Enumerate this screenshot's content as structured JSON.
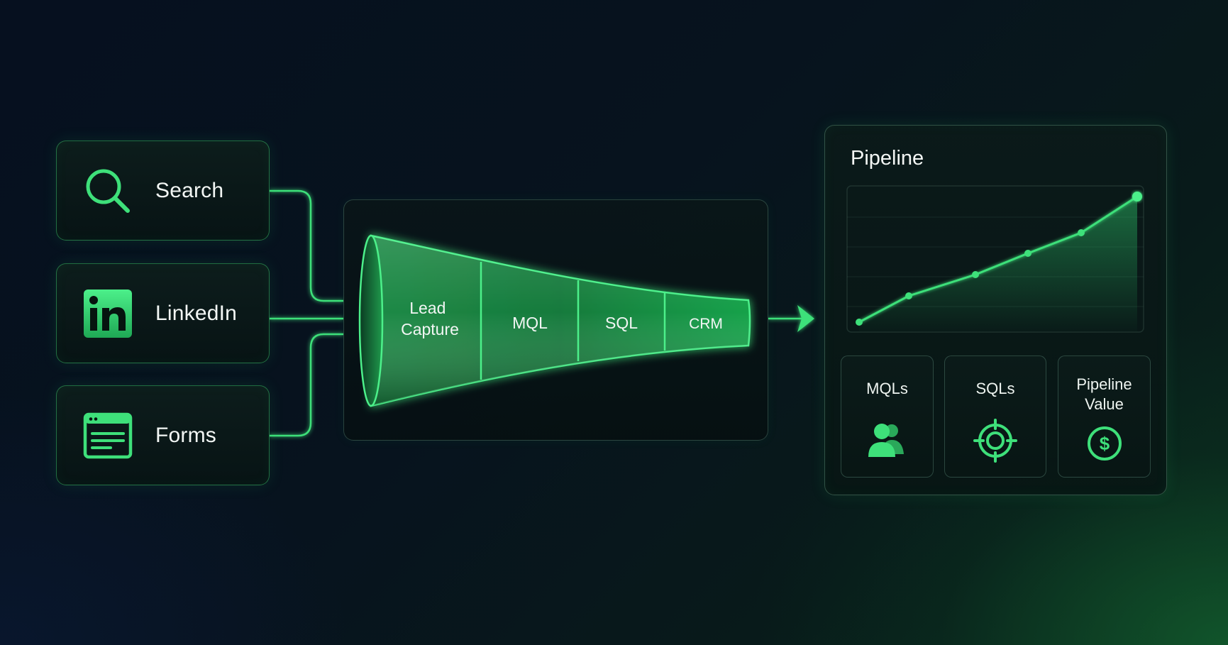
{
  "sources": [
    {
      "label": "Search",
      "icon": "search-icon"
    },
    {
      "label": "LinkedIn",
      "icon": "linkedin-icon"
    },
    {
      "label": "Forms",
      "icon": "browser-form-icon"
    }
  ],
  "funnel": {
    "stages": [
      {
        "line1": "Lead",
        "line2": "Capture"
      },
      {
        "line1": "MQL",
        "line2": ""
      },
      {
        "line1": "SQL",
        "line2": ""
      },
      {
        "line1": "CRM",
        "line2": ""
      }
    ]
  },
  "pipeline": {
    "title": "Pipeline",
    "metrics": [
      {
        "line1": "MQLs",
        "line2": "",
        "icon": "users-icon"
      },
      {
        "line1": "SQLs",
        "line2": "",
        "icon": "target-icon"
      },
      {
        "line1": "Pipeline",
        "line2": "Value",
        "icon": "dollar-icon"
      }
    ]
  },
  "colors": {
    "accent": "#3ee07a",
    "accent_dark": "#1fa855",
    "text": "#f2f6f4"
  }
}
